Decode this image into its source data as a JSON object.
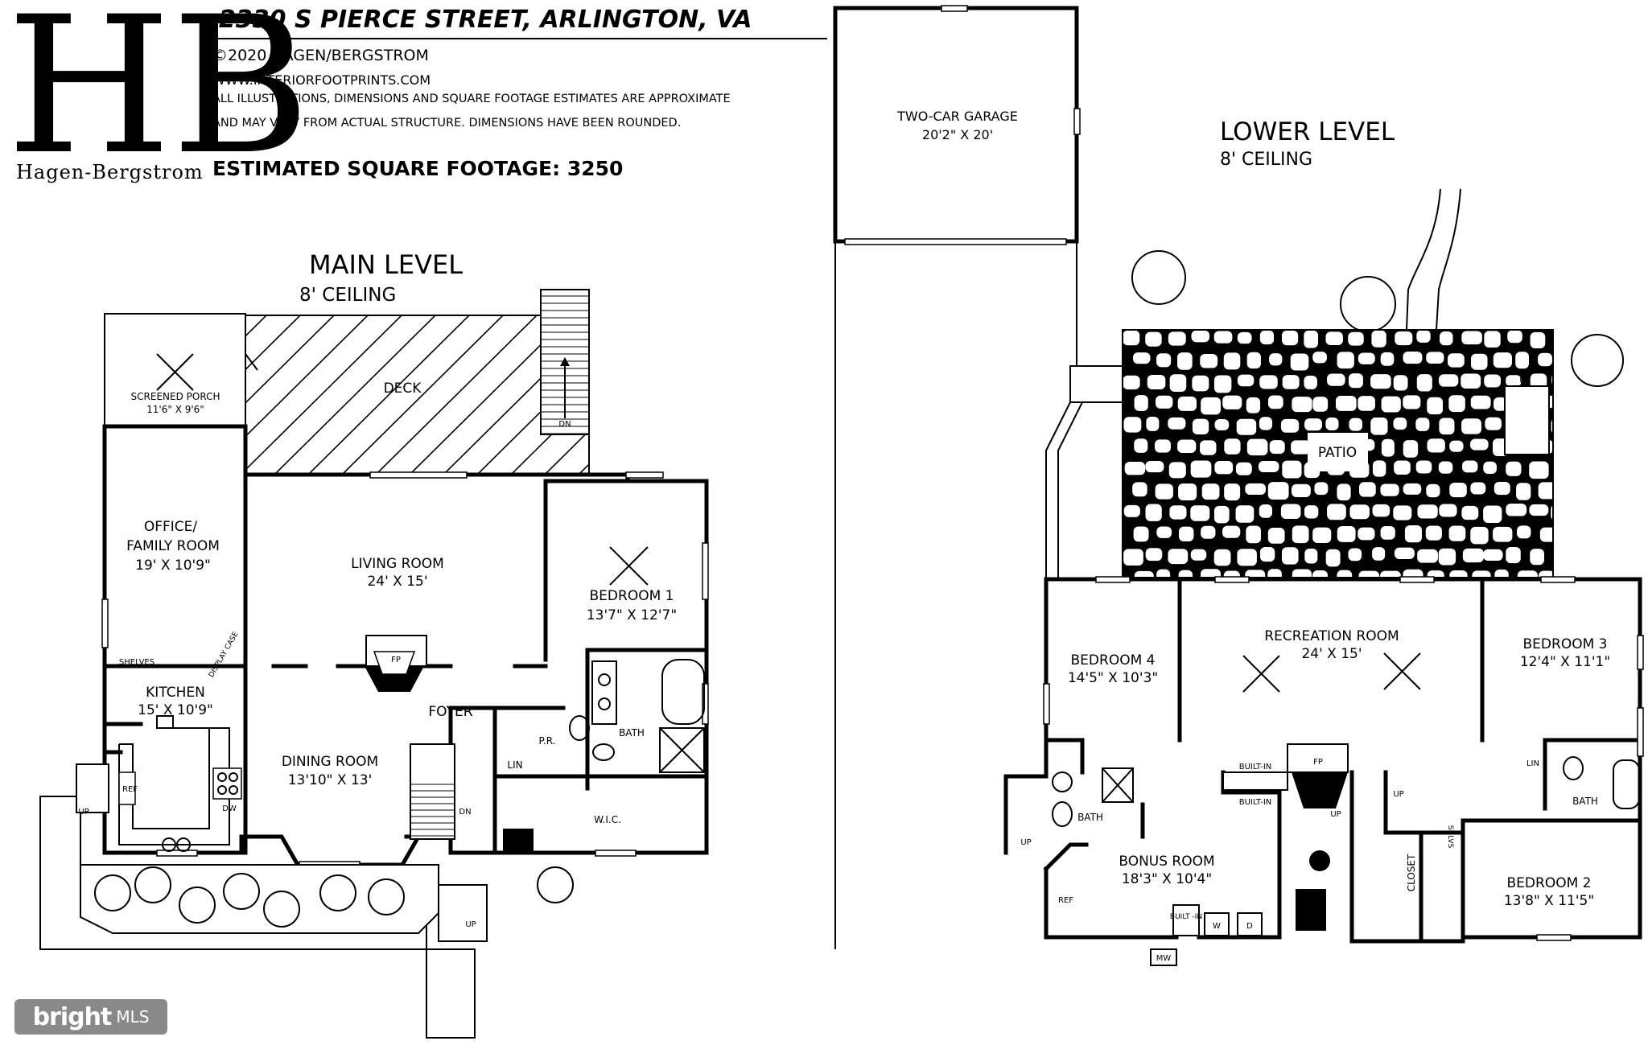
{
  "header": {
    "address": "2330 S PIERCE STREET, ARLINGTON, VA",
    "copyright": "©2020 HAGEN/BERGSTROM",
    "website": "WWW.INTERIORFOOTPRINTS.COM",
    "disclaimer_line1": "ALL ILLUSTRATIONS, DIMENSIONS AND SQUARE FOOTAGE ESTIMATES ARE APPROXIMATE",
    "disclaimer_line2": "AND MAY VARY FROM ACTUAL STRUCTURE. DIMENSIONS HAVE BEEN ROUNDED.",
    "square_footage": "ESTIMATED SQUARE FOOTAGE: 3250"
  },
  "logo": {
    "letters": "HB",
    "name": "Hagen-Bergstrom"
  },
  "main_level": {
    "title": "MAIN LEVEL",
    "ceiling": "8' CEILING",
    "rooms": [
      {
        "name": "SCREENED PORCH",
        "dims": "11'6\" X 9'6\""
      },
      {
        "name": "DECK",
        "dims": ""
      },
      {
        "name": "OFFICE/",
        "dims": "FAMILY ROOM"
      },
      {
        "name": "19' X 10'9\"",
        "dims": ""
      },
      {
        "name": "LIVING ROOM",
        "dims": "24' X 15'"
      },
      {
        "name": "BEDROOM 1",
        "dims": "13'7\" X 12'7\""
      },
      {
        "name": "KITCHEN",
        "dims": "15' X 10'9\""
      },
      {
        "name": "DINING ROOM",
        "dims": "13'10\" X 13'"
      },
      {
        "name": "FOYER",
        "dims": ""
      },
      {
        "name": "BATH",
        "dims": ""
      },
      {
        "name": "W.I.C.",
        "dims": ""
      }
    ],
    "labels": {
      "dn_stair": "DN",
      "up_left": "UP",
      "up_front": "UP",
      "dn_front": "DN",
      "shelves": "SHELVES",
      "display_case": "DISPLAY CASE",
      "fp": "FP",
      "ref": "REF",
      "dw": "DW",
      "pr": "P.R.",
      "lin": "LIN"
    }
  },
  "garage": {
    "name": "TWO-CAR GARAGE",
    "dims": "20'2\" X 20'"
  },
  "lower_level": {
    "title": "LOWER LEVEL",
    "ceiling": "8' CEILING",
    "patio": "PATIO",
    "rooms": [
      {
        "name": "BEDROOM 4",
        "dims": "14'5\" X 10'3\""
      },
      {
        "name": "RECREATION ROOM",
        "dims": "24' X 15'"
      },
      {
        "name": "BEDROOM 3",
        "dims": "12'4\" X 11'1\""
      },
      {
        "name": "BONUS ROOM",
        "dims": "18'3\" X 10'4\""
      },
      {
        "name": "BEDROOM 2",
        "dims": "13'8\" X 11'5\""
      }
    ],
    "labels": {
      "bath_left": "BATH",
      "bath_right": "BATH",
      "closet": "CLOSET",
      "shlvs": "SHLVS",
      "built_in_top": "BUILT-IN",
      "built_in_bottom": "BUILT-IN",
      "built_in_box": "BUILT -IN",
      "fp": "FP",
      "ref": "REF",
      "w": "W",
      "d": "D",
      "mw": "MW",
      "lin": "LIN",
      "up_patio": "UP",
      "up_left": "UP",
      "up_center": "UP",
      "up_right": "UP"
    }
  },
  "watermark": {
    "brand": "bright",
    "suffix": "MLS"
  }
}
